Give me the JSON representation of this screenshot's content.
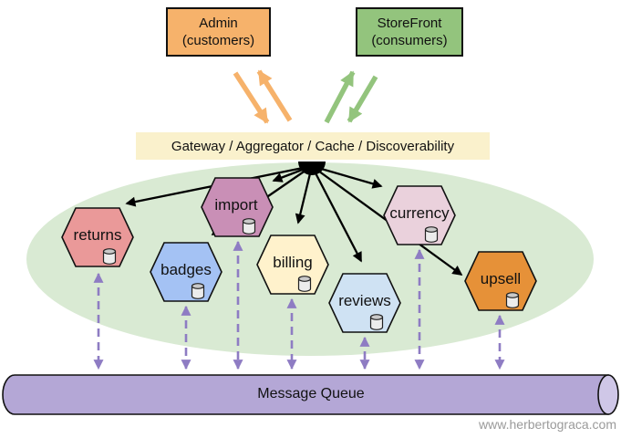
{
  "diagram": {
    "actors": {
      "admin": {
        "title": "Admin",
        "subtitle": "(customers)",
        "color": "#F6B26B"
      },
      "storefront": {
        "title": "StoreFront",
        "subtitle": "(consumers)",
        "color": "#93C47D"
      }
    },
    "gateway": {
      "label": "Gateway / Aggregator / Cache / Discoverability",
      "color": "#FAF1CC"
    },
    "services_boundary_color": "#D9EAD3",
    "services": [
      {
        "name": "returns",
        "color": "#EA9999",
        "datastore": true
      },
      {
        "name": "badges",
        "color": "#A4C2F4",
        "datastore": true
      },
      {
        "name": "import",
        "color": "#C98FB6",
        "datastore": true
      },
      {
        "name": "billing",
        "color": "#FFF2CC",
        "datastore": true
      },
      {
        "name": "reviews",
        "color": "#CFE2F3",
        "datastore": true
      },
      {
        "name": "currency",
        "color": "#EAD1DC",
        "datastore": true
      },
      {
        "name": "upsell",
        "color": "#E69138",
        "datastore": true
      }
    ],
    "message_queue": {
      "label": "Message Queue",
      "color": "#B4A7D6",
      "cap_color": "#CFC7E7"
    },
    "watermark": "www.herbertograca.com",
    "link_colors": {
      "admin_gateway": "#F6B26B",
      "storefront_gateway": "#93C47D",
      "gateway_fanout": "#000000",
      "queue_links": "#8E7CC3"
    },
    "links": {
      "admin_gateway": "bidirectional",
      "storefront_gateway": "bidirectional",
      "gateway_to_services": [
        "returns",
        "badges",
        "import",
        "billing",
        "reviews",
        "currency",
        "upsell"
      ],
      "services_to_queue": "bidirectional-dashed"
    }
  }
}
